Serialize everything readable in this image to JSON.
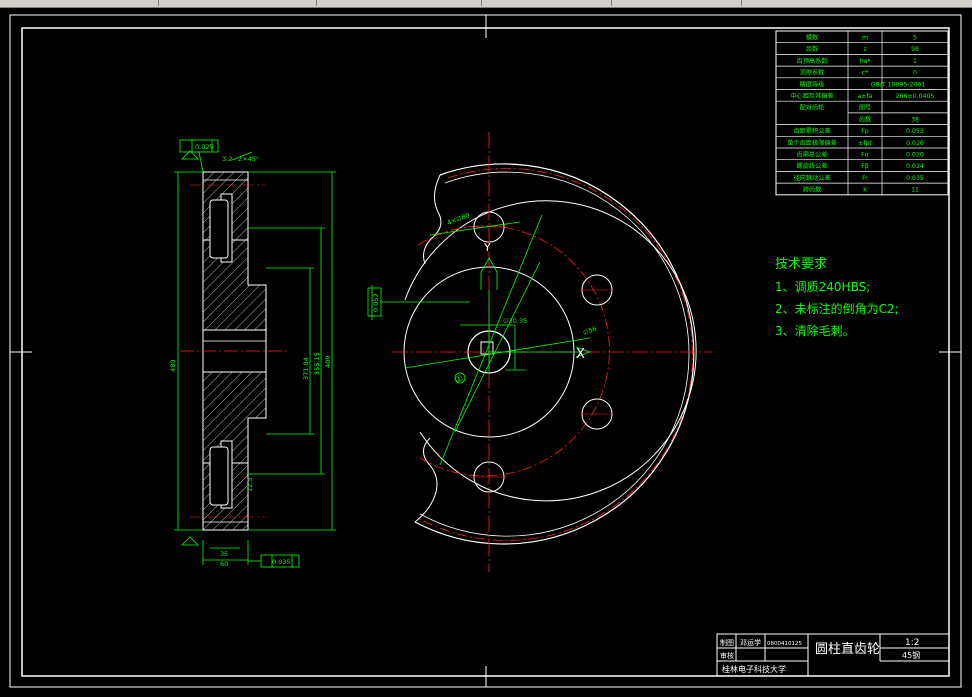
{
  "colors": {
    "background": "#000000",
    "frame": "#ffffff",
    "geometry": "#ffffff",
    "dimension": "#00ff00",
    "centerline": "#ff0000",
    "pitch_circle": "#ff2020",
    "hatch": "#ffffff",
    "tech_text": "#00ff00"
  },
  "technical_requirements": {
    "title": "技术要求",
    "items": [
      "1、调质240HBS;",
      "2、未标注的倒角为C2;",
      "3、清除毛刺。"
    ]
  },
  "title_block": {
    "part_name": "圆柱直齿轮",
    "scale": "1:2",
    "material": "45钢",
    "school": "桂林电子科技大学",
    "label_drawn": "制图",
    "label_check": "审核",
    "drawer": "邓运学",
    "drawing_no": "0800410125"
  },
  "gear_parameters": {
    "rows": [
      [
        "模数",
        "m",
        "5"
      ],
      [
        "齿数",
        "z",
        "98"
      ],
      [
        "齿顶高系数",
        "ha*",
        "1"
      ],
      [
        "顶隙系数",
        "c*",
        "0"
      ],
      [
        "精度等级",
        "GB/T 10095-2001",
        ""
      ],
      [
        "中心距及其偏差",
        "a±fa",
        "266±0.0405"
      ],
      [
        "配对齿轮",
        "图号",
        ""
      ],
      [
        "",
        "齿数",
        "38"
      ],
      [
        "齿距累积公差",
        "Fp",
        "0.053"
      ],
      [
        "单个齿距极限偏差",
        "±fpt",
        "0.026"
      ],
      [
        "齿廓总公差",
        "Fα",
        "0.020"
      ],
      [
        "螺旋线公差",
        "Fβ",
        "0.024"
      ],
      [
        "径向跳动公差",
        "Fr",
        "0.035"
      ],
      [
        "跨齿数",
        "k",
        "11"
      ]
    ]
  },
  "dimensions": {
    "left_view": [
      "480",
      "400",
      "355.15",
      "371.84",
      "60",
      "35",
      "0.025",
      "0.035",
      "3.2",
      "2×45°",
      "12.5"
    ],
    "right_view": [
      "4×∅80",
      "∅20.35",
      "∅56",
      "0.052"
    ],
    "axis_labels": [
      "X",
      "Y",
      "①"
    ]
  }
}
